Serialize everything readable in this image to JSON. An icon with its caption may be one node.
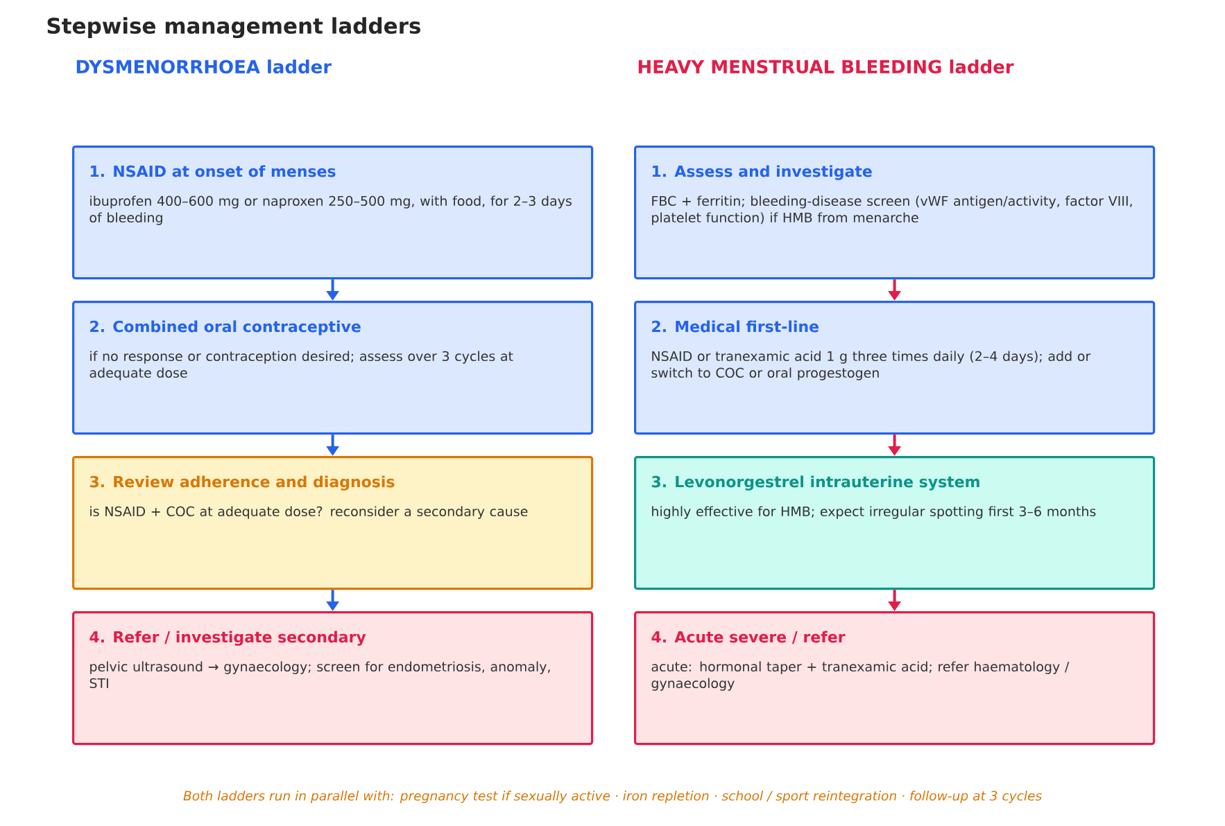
{
  "diagram": {
    "title": "Stepwise management ladders",
    "caption": "Both ladders run in parallel with: pregnancy test if sexually active · iron repletion · school / sport reintegration · follow-up at 3 cycles",
    "labels": [
      "DYSMENORRHOEA ladder",
      "HEAVY MENSTRUAL BLEEDING ladder"
    ],
    "nodes": [
      {
        "text": [
          "1.  NSAID at onset of menses",
          "ibuprofen 400–600 mg or naproxen 250–500 mg, with food, for 2–3 days of bleeding"
        ]
      },
      {
        "text": [
          "2.  Combined oral contraceptive",
          "if no response or contraception desired; assess over 3 cycles at adequate dose"
        ]
      },
      {
        "text": [
          "3.  Review adherence and diagnosis",
          "is NSAID + COC at adequate dose? reconsider a secondary cause"
        ]
      },
      {
        "text": [
          "4.  Refer / investigate secondary",
          "pelvic ultrasound → gynaecology; screen for endometriosis, anomaly, STI"
        ]
      },
      {
        "text": [
          "1.  Assess and investigate",
          "FBC + ferritin; bleeding-disease screen (vWF antigen/activity, factor VIII, platelet function) if HMB from menarche"
        ]
      },
      {
        "text": [
          "2.  Medical first-line",
          "NSAID or tranexamic acid 1 g three times daily (2–4 days); add or switch to COC or oral progestogen"
        ]
      },
      {
        "text": [
          "3.  Levonorgestrel intrauterine system",
          "highly effective for HMB; expect irregular spotting first 3–6 months"
        ]
      },
      {
        "text": [
          "4.  Acute severe / refer",
          "acute: hormonal taper + tranexamic acid; refer haematology / gynaecology"
        ]
      }
    ],
    "edges": [
      {
        "from": 0,
        "to": 1,
        "arrow": "to",
        "color": "#2563eb"
      },
      {
        "from": 1,
        "to": 2,
        "arrow": "to",
        "color": "#2563eb"
      },
      {
        "from": 2,
        "to": 3,
        "arrow": "to",
        "color": "#2563eb"
      },
      {
        "from": 4,
        "to": 5,
        "arrow": "to",
        "color": "#e11d48"
      },
      {
        "from": 5,
        "to": 6,
        "arrow": "to",
        "color": "#e11d48"
      },
      {
        "from": 6,
        "to": 7,
        "arrow": "to",
        "color": "#e11d48"
      }
    ]
  }
}
